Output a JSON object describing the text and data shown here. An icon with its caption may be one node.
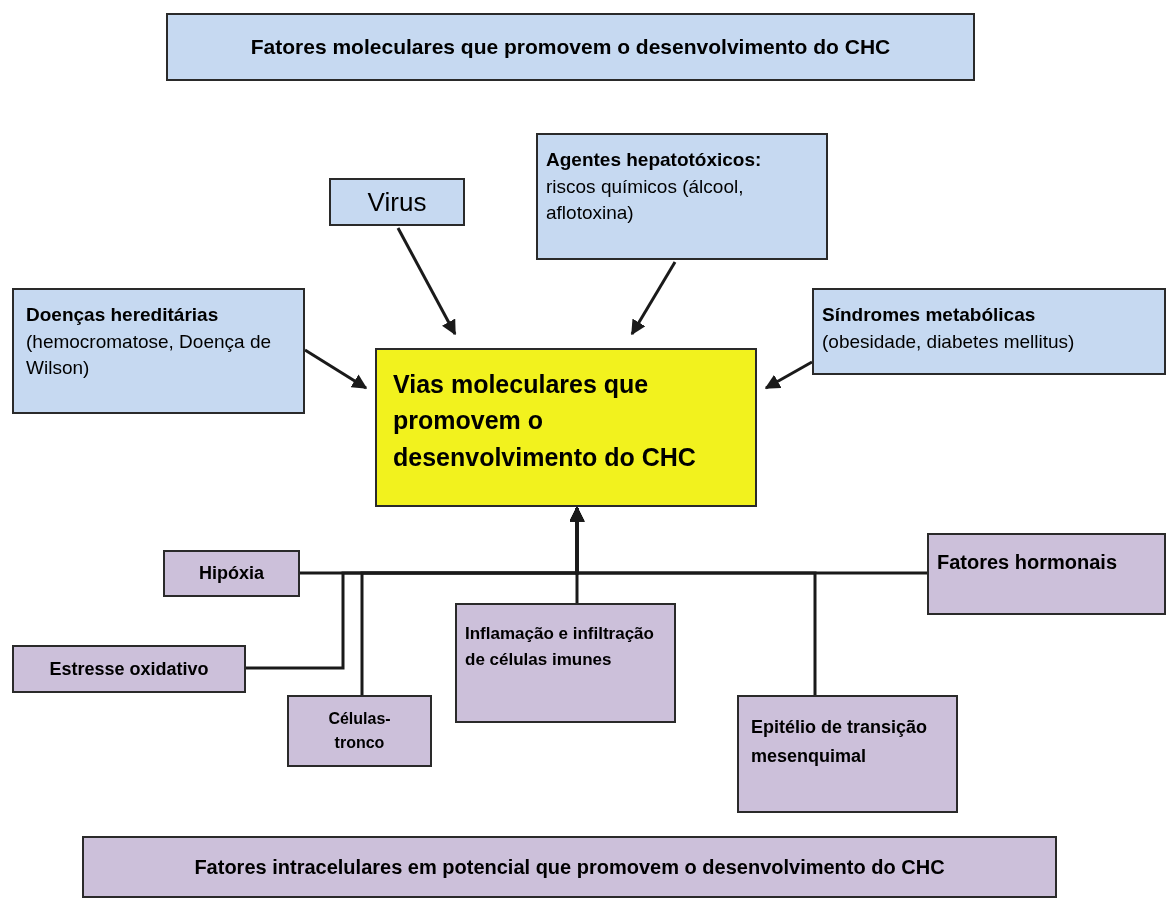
{
  "diagram": {
    "nodes": [
      {
        "text": [
          "Fatores moleculares que promovem o desenvolvimento do CHC"
        ]
      },
      {
        "text": [
          "Virus"
        ]
      },
      {
        "text": [
          "Agentes hepatotóxicos:",
          "riscos químicos (álcool, aflotoxina)"
        ]
      },
      {
        "text": [
          "Doenças hereditárias",
          "(hemocromatose, Doença de Wilson)"
        ]
      },
      {
        "text": [
          "Vias moleculares que promovem o desenvolvimento do CHC"
        ]
      },
      {
        "text": [
          "Síndromes metabólicas",
          "(obesidade, diabetes mellitus)"
        ]
      },
      {
        "text": [
          "Hipóxia"
        ]
      },
      {
        "text": [
          "Fatores hormonais"
        ]
      },
      {
        "text": [
          "Estresse oxidativo"
        ]
      },
      {
        "text": [
          "Células-tronco"
        ]
      },
      {
        "text": [
          "Inflamação e infiltração de células imunes"
        ]
      },
      {
        "text": [
          "Epitélio de transição mesenquimal"
        ]
      },
      {
        "text": [
          "Fatores intracelulares em potencial que promovem o desenvolvimento do CHC"
        ]
      }
    ],
    "edges": [
      {
        "from": 1,
        "to": 4,
        "arrow": "to"
      },
      {
        "from": 2,
        "to": 4,
        "arrow": "to"
      },
      {
        "from": 3,
        "to": 4,
        "arrow": "to"
      },
      {
        "from": 5,
        "to": 4,
        "arrow": "to"
      },
      {
        "from": 6,
        "to": 4,
        "arrow": "to"
      },
      {
        "from": 7,
        "to": 4,
        "arrow": "to"
      },
      {
        "from": 8,
        "to": 4,
        "arrow": "to"
      },
      {
        "from": 9,
        "to": 4,
        "arrow": "to"
      },
      {
        "from": 10,
        "to": 4,
        "arrow": "to"
      },
      {
        "from": 11,
        "to": 4,
        "arrow": "to"
      }
    ]
  }
}
